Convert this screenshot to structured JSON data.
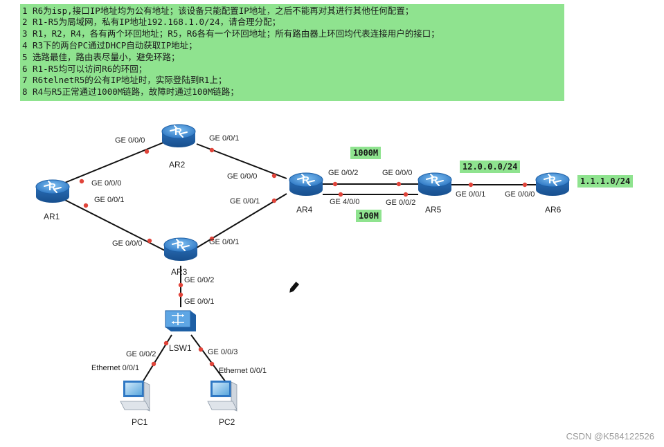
{
  "requirements": [
    "1 R6为isp,接口IP地址均为公有地址；该设备只能配置IP地址，之后不能再对其进行其他任何配置；",
    "2 R1-R5为局域网，私有IP地址192.168.1.0/24，请合理分配；",
    "3 R1，R2，R4，各有两个环回地址；R5，R6各有一个环回地址；所有路由器上环回均代表连接用户的接口；",
    "4 R3下的两台PC通过DHCP自动获取IP地址；",
    "5 选路最佳，路由表尽量小，避免环路；",
    "6 R1-R5均可以访问R6的环回；",
    "7 R6telnetR5的公有IP地址时，实际登陆到R1上；",
    "8 R4与R5正常通过1000M链路，故障时通过100M链路；"
  ],
  "devices": {
    "ar1": "AR1",
    "ar2": "AR2",
    "ar3": "AR3",
    "ar4": "AR4",
    "ar5": "AR5",
    "ar6": "AR6",
    "lsw1": "LSW1",
    "pc1": "PC1",
    "pc2": "PC2"
  },
  "router_glyph": "R",
  "ports": {
    "ar2_ge000": "GE 0/0/0",
    "ar2_ge001": "GE 0/0/1",
    "ar1_ge000": "GE 0/0/0",
    "ar1_ge001": "GE 0/0/1",
    "ar4_ge000": "GE 0/0/0",
    "ar4_ge001": "GE 0/0/1",
    "ar4_ge002": "GE 0/0/2",
    "ar4_ge400": "GE 4/0/0",
    "ar3_ge000": "GE 0/0/0",
    "ar3_ge001": "GE 0/0/1",
    "ar3_ge002": "GE 0/0/2",
    "ar5_ge000": "GE 0/0/0",
    "ar5_ge002": "GE 0/0/2",
    "ar5_ge001": "GE 0/0/1",
    "ar6_ge000": "GE 0/0/0",
    "lsw1_ge001": "GE 0/0/1",
    "lsw1_ge002": "GE 0/0/2",
    "lsw1_ge003": "GE 0/0/3",
    "pc1_eth": "Ethernet 0/0/1",
    "pc2_eth": "Ethernet 0/0/1"
  },
  "tags": {
    "link_1000m": "1000M",
    "link_100m": "100M",
    "net_ar5_ar6": "12.0.0.0/24",
    "net_ar6_loop": "1.1.1.0/24"
  },
  "watermark": "CSDN @K584122526",
  "colors": {
    "highlight": "#8fe38f",
    "router": "#2f78c4",
    "port_dot": "#e0443a",
    "link": "#111111"
  }
}
